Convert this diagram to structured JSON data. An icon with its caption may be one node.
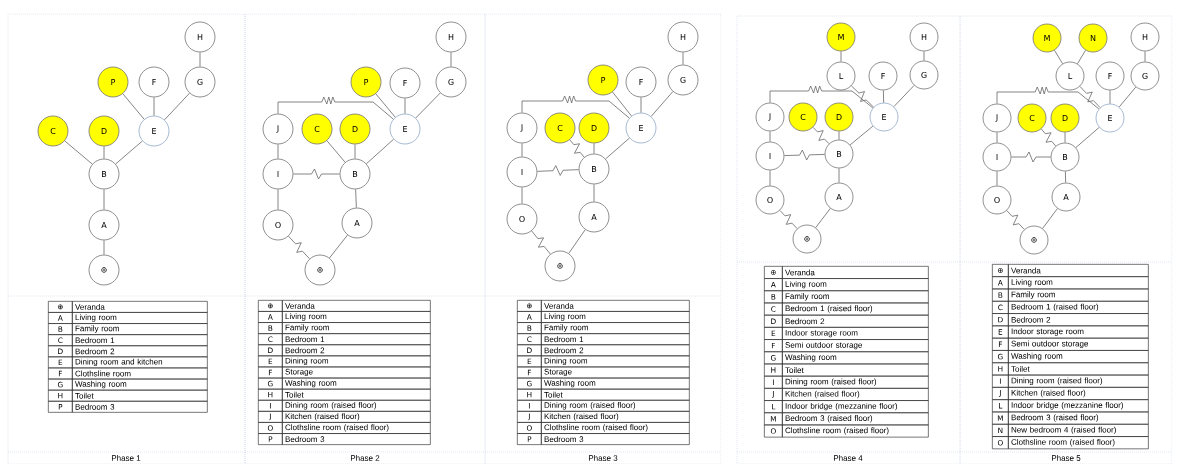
{
  "diagram": {
    "nodes": [
      {
        "text": [
          "H"
        ]
      },
      {
        "text": [
          "P"
        ]
      },
      {
        "text": [
          "F"
        ]
      },
      {
        "text": [
          "G"
        ]
      },
      {
        "text": [
          "C"
        ]
      },
      {
        "text": [
          "D"
        ]
      },
      {
        "text": [
          "E"
        ]
      },
      {
        "text": [
          "B"
        ]
      },
      {
        "text": [
          "A"
        ]
      },
      {
        "text": [
          "⊕"
        ]
      },
      {
        "text": [
          "H"
        ]
      },
      {
        "text": [
          "P"
        ]
      },
      {
        "text": [
          "F"
        ]
      },
      {
        "text": [
          "G"
        ]
      },
      {
        "text": [
          "J"
        ]
      },
      {
        "text": [
          "C"
        ]
      },
      {
        "text": [
          "D"
        ]
      },
      {
        "text": [
          "E"
        ]
      },
      {
        "text": [
          "I"
        ]
      },
      {
        "text": [
          "B"
        ]
      },
      {
        "text": [
          "O"
        ]
      },
      {
        "text": [
          "A"
        ]
      },
      {
        "text": [
          "⊕"
        ]
      },
      {
        "text": [
          "H"
        ]
      },
      {
        "text": [
          "P"
        ]
      },
      {
        "text": [
          "F"
        ]
      },
      {
        "text": [
          "G"
        ]
      },
      {
        "text": [
          "J"
        ]
      },
      {
        "text": [
          "C"
        ]
      },
      {
        "text": [
          "D"
        ]
      },
      {
        "text": [
          "E"
        ]
      },
      {
        "text": [
          "I"
        ]
      },
      {
        "text": [
          "B"
        ]
      },
      {
        "text": [
          "O"
        ]
      },
      {
        "text": [
          "A"
        ]
      },
      {
        "text": [
          "⊕"
        ]
      },
      {
        "text": [
          "M"
        ]
      },
      {
        "text": [
          "H"
        ]
      },
      {
        "text": [
          "L"
        ]
      },
      {
        "text": [
          "F"
        ]
      },
      {
        "text": [
          "G"
        ]
      },
      {
        "text": [
          "J"
        ]
      },
      {
        "text": [
          "C"
        ]
      },
      {
        "text": [
          "D"
        ]
      },
      {
        "text": [
          "E"
        ]
      },
      {
        "text": [
          "I"
        ]
      },
      {
        "text": [
          "B"
        ]
      },
      {
        "text": [
          "O"
        ]
      },
      {
        "text": [
          "A"
        ]
      },
      {
        "text": [
          "⊕"
        ]
      },
      {
        "text": [
          "M"
        ]
      },
      {
        "text": [
          "N"
        ]
      },
      {
        "text": [
          "H"
        ]
      },
      {
        "text": [
          "L"
        ]
      },
      {
        "text": [
          "F"
        ]
      },
      {
        "text": [
          "G"
        ]
      },
      {
        "text": [
          "J"
        ]
      },
      {
        "text": [
          "C"
        ]
      },
      {
        "text": [
          "D"
        ]
      },
      {
        "text": [
          "E"
        ]
      },
      {
        "text": [
          "I"
        ]
      },
      {
        "text": [
          "B"
        ]
      },
      {
        "text": [
          "O"
        ]
      },
      {
        "text": [
          "A"
        ]
      },
      {
        "text": [
          "⊕"
        ]
      }
    ],
    "edges": [
      {
        "from": 0,
        "to": 3,
        "arrow": "none"
      },
      {
        "from": 3,
        "to": 6,
        "arrow": "none"
      },
      {
        "from": 2,
        "to": 6,
        "arrow": "none"
      },
      {
        "from": 1,
        "to": 6,
        "arrow": "none"
      },
      {
        "from": 4,
        "to": 7,
        "arrow": "none"
      },
      {
        "from": 5,
        "to": 7,
        "arrow": "none"
      },
      {
        "from": 6,
        "to": 7,
        "arrow": "none"
      },
      {
        "from": 7,
        "to": 8,
        "arrow": "none"
      },
      {
        "from": 8,
        "to": 9,
        "arrow": "none"
      },
      {
        "from": 10,
        "to": 13,
        "arrow": "none"
      },
      {
        "from": 13,
        "to": 17,
        "arrow": "none"
      },
      {
        "from": 12,
        "to": 17,
        "arrow": "none"
      },
      {
        "from": 11,
        "to": 17,
        "arrow": "none"
      },
      {
        "from": 14,
        "to": 17,
        "arrow": "none"
      },
      {
        "from": 14,
        "to": 18,
        "arrow": "none"
      },
      {
        "from": 15,
        "to": 19,
        "arrow": "none"
      },
      {
        "from": 16,
        "to": 19,
        "arrow": "none"
      },
      {
        "from": 17,
        "to": 19,
        "arrow": "none"
      },
      {
        "from": 18,
        "to": 19,
        "arrow": "none"
      },
      {
        "from": 18,
        "to": 20,
        "arrow": "none"
      },
      {
        "from": 19,
        "to": 21,
        "arrow": "none"
      },
      {
        "from": 20,
        "to": 22,
        "arrow": "none"
      },
      {
        "from": 21,
        "to": 22,
        "arrow": "none"
      },
      {
        "from": 23,
        "to": 26,
        "arrow": "none"
      },
      {
        "from": 26,
        "to": 30,
        "arrow": "none"
      },
      {
        "from": 25,
        "to": 30,
        "arrow": "none"
      },
      {
        "from": 24,
        "to": 30,
        "arrow": "none"
      },
      {
        "from": 27,
        "to": 30,
        "arrow": "none"
      },
      {
        "from": 27,
        "to": 31,
        "arrow": "none"
      },
      {
        "from": 28,
        "to": 32,
        "arrow": "none"
      },
      {
        "from": 29,
        "to": 32,
        "arrow": "none"
      },
      {
        "from": 30,
        "to": 32,
        "arrow": "none"
      },
      {
        "from": 31,
        "to": 32,
        "arrow": "none"
      },
      {
        "from": 31,
        "to": 33,
        "arrow": "none"
      },
      {
        "from": 32,
        "to": 34,
        "arrow": "none"
      },
      {
        "from": 33,
        "to": 35,
        "arrow": "none"
      },
      {
        "from": 34,
        "to": 35,
        "arrow": "none"
      },
      {
        "from": 36,
        "to": 38,
        "arrow": "none"
      },
      {
        "from": 37,
        "to": 40,
        "arrow": "none"
      },
      {
        "from": 38,
        "to": 44,
        "arrow": "none"
      },
      {
        "from": 39,
        "to": 44,
        "arrow": "none"
      },
      {
        "from": 40,
        "to": 44,
        "arrow": "none"
      },
      {
        "from": 41,
        "to": 44,
        "arrow": "none"
      },
      {
        "from": 41,
        "to": 45,
        "arrow": "none"
      },
      {
        "from": 42,
        "to": 46,
        "arrow": "none"
      },
      {
        "from": 43,
        "to": 46,
        "arrow": "none"
      },
      {
        "from": 44,
        "to": 46,
        "arrow": "none"
      },
      {
        "from": 45,
        "to": 46,
        "arrow": "none"
      },
      {
        "from": 45,
        "to": 47,
        "arrow": "none"
      },
      {
        "from": 46,
        "to": 48,
        "arrow": "none"
      },
      {
        "from": 47,
        "to": 49,
        "arrow": "none"
      },
      {
        "from": 48,
        "to": 49,
        "arrow": "none"
      },
      {
        "from": 50,
        "to": 53,
        "arrow": "none"
      },
      {
        "from": 51,
        "to": 53,
        "arrow": "none"
      },
      {
        "from": 52,
        "to": 55,
        "arrow": "none"
      },
      {
        "from": 53,
        "to": 59,
        "arrow": "none"
      },
      {
        "from": 54,
        "to": 59,
        "arrow": "none"
      },
      {
        "from": 55,
        "to": 59,
        "arrow": "none"
      },
      {
        "from": 56,
        "to": 59,
        "arrow": "none"
      },
      {
        "from": 56,
        "to": 60,
        "arrow": "none"
      },
      {
        "from": 57,
        "to": 61,
        "arrow": "none"
      },
      {
        "from": 58,
        "to": 61,
        "arrow": "none"
      },
      {
        "from": 59,
        "to": 61,
        "arrow": "none"
      },
      {
        "from": 60,
        "to": 61,
        "arrow": "none"
      },
      {
        "from": 60,
        "to": 62,
        "arrow": "none"
      },
      {
        "from": 61,
        "to": 63,
        "arrow": "none"
      },
      {
        "from": 62,
        "to": 64,
        "arrow": "none"
      },
      {
        "from": 63,
        "to": 64,
        "arrow": "none"
      }
    ],
    "labels": [
      "⊕",
      "Veranda",
      "A",
      "Living room",
      "B",
      "Family room",
      "C",
      "Bedroom 1",
      "D",
      "Bedroom 2",
      "E",
      "Dining room and kitchen",
      "F",
      "Clothsline room",
      "G",
      "Washing room",
      "H",
      "Toilet",
      "P",
      "Bedroom 3",
      "Phase 1",
      "⊕",
      "Veranda",
      "A",
      "Living room",
      "B",
      "Family room",
      "C",
      "Bedroom 1",
      "D",
      "Bedroom 2",
      "E",
      "Dining room",
      "F",
      "Storage",
      "G",
      "Washing room",
      "H",
      "Toilet",
      "I",
      "Dining room (raised floor)",
      "J",
      "Kitchen (raised floor)",
      "O",
      "Clothsline room (raised floor)",
      "P",
      "Bedroom 3",
      "Phase 2",
      "⊕",
      "Veranda",
      "A",
      "Living room",
      "B",
      "Family room",
      "C",
      "Bedroom 1",
      "D",
      "Bedroom 2",
      "E",
      "Dining room",
      "F",
      "Storage",
      "G",
      "Washing room",
      "H",
      "Toilet",
      "I",
      "Dining room (raised floor)",
      "J",
      "Kitchen (raised floor)",
      "O",
      "Clothsline room (raised floor)",
      "P",
      "Bedroom 3",
      "Phase 3",
      "⊕",
      "Veranda",
      "A",
      "Living room",
      "B",
      "Family room",
      "C",
      "Bedroom 1 (raised floor)",
      "D",
      "Bedroom 2",
      "E",
      "Indoor storage room",
      "F",
      "Semi outdoor storage",
      "G",
      "Washing room",
      "H",
      "Toilet",
      "I",
      "Dining room (raised floor)",
      "J",
      "Kitchen (raised floor)",
      "L",
      "Indoor bridge (mezzanine floor)",
      "M",
      "Bedroom 3 (raised floor)",
      "O",
      "Clothsline room (raised floor)",
      "Phase 4",
      "⊕",
      "Veranda",
      "A",
      "Living room",
      "B",
      "Family room",
      "C",
      "Bedroom 1 (raised floor)",
      "D",
      "Bedroom 2",
      "E",
      "Indoor storage room",
      "F",
      "Semi outdoor storage",
      "G",
      "Washing room",
      "H",
      "Toilet",
      "I",
      "Dining room (raised floor)",
      "J",
      "Kitchen (raised floor)",
      "L",
      "Indoor bridge (mezzanine floor)",
      "M",
      "Bedroom 3 (raised floor)",
      "N",
      "New bedroom 4 (raised floor)",
      "O",
      "Clothsline room (raised floor)",
      "Phase 5"
    ]
  }
}
